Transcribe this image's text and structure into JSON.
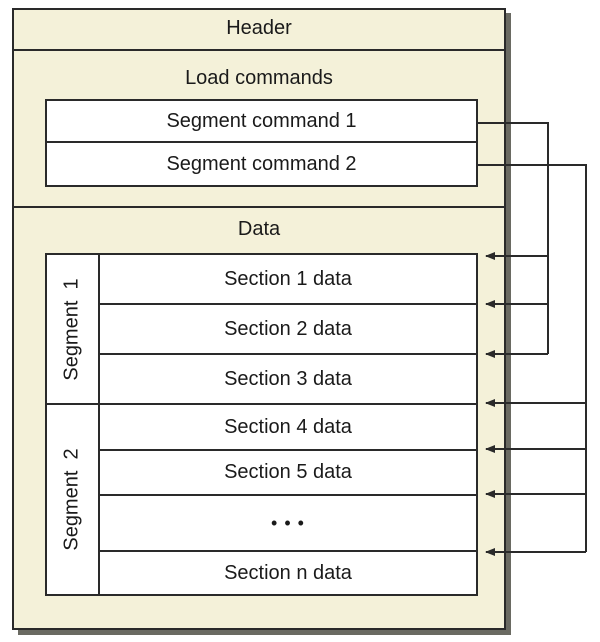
{
  "header": {
    "label": "Header"
  },
  "load_commands": {
    "label": "Load commands",
    "items": [
      {
        "label": "Segment command 1"
      },
      {
        "label": "Segment command 2"
      }
    ]
  },
  "data": {
    "label": "Data",
    "segments": [
      {
        "label": "Segment  1"
      },
      {
        "label": "Segment  2"
      }
    ],
    "sections": [
      {
        "label": "Section 1 data"
      },
      {
        "label": "Section 2 data"
      },
      {
        "label": "Section 3 data"
      },
      {
        "label": "Section 4 data"
      },
      {
        "label": "Section 5 data"
      },
      {
        "label": "• • •"
      },
      {
        "label": "Section n data"
      }
    ]
  },
  "colors": {
    "outer_fill": "#f4f1d9",
    "line": "#2a2a2a",
    "shadow": "#6a6a62"
  }
}
